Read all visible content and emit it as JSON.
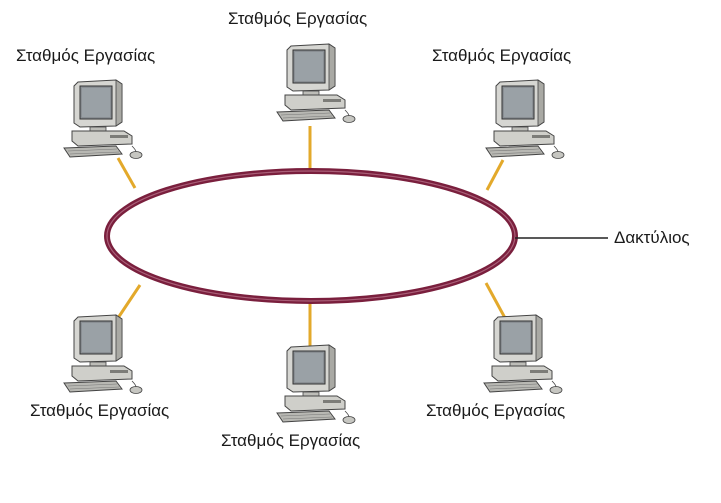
{
  "diagram": {
    "ring_label": "Δακτύλιος",
    "colors": {
      "ring": "#7a1f3d",
      "ring_highlight": "#c98aa0",
      "connector": "#e3a92b",
      "pointer": "#222222"
    },
    "workstations": [
      {
        "id": "ws-top-left",
        "label": "Σταθμός Εργασίας"
      },
      {
        "id": "ws-top-center",
        "label": "Σταθμός Εργασίας"
      },
      {
        "id": "ws-top-right",
        "label": "Σταθμός Εργασίας"
      },
      {
        "id": "ws-bottom-left",
        "label": "Σταθμός Εργασίας"
      },
      {
        "id": "ws-bottom-center",
        "label": "Σταθμός Εργασίας"
      },
      {
        "id": "ws-bottom-right",
        "label": "Σταθμός Εργασίας"
      }
    ]
  }
}
